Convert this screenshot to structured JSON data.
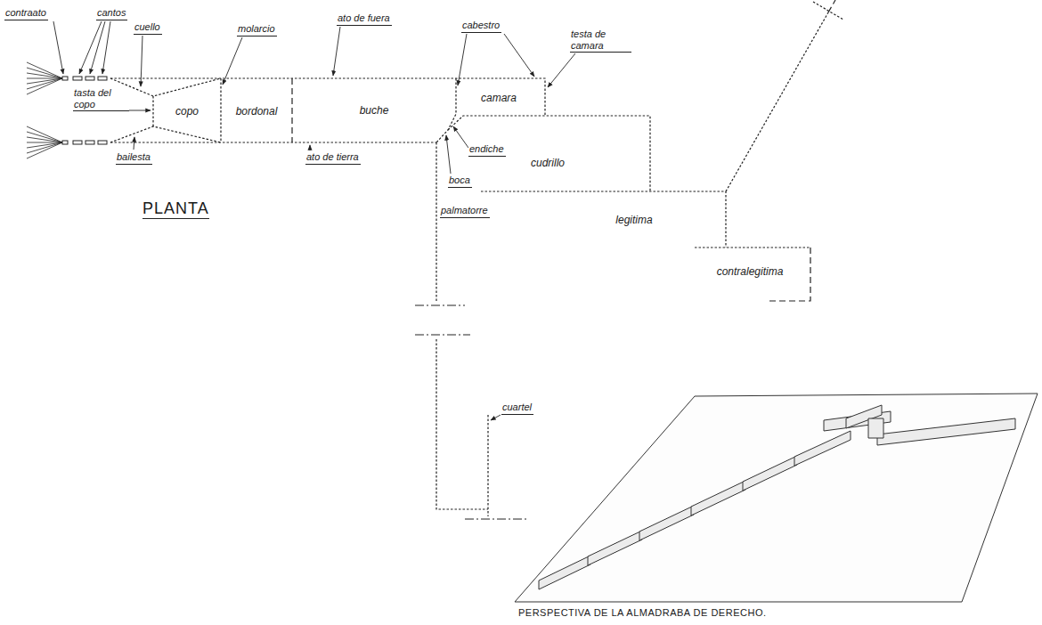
{
  "diagram": {
    "title": "PLANTA",
    "caption": "PERSPECTIVA DE LA ALMADRABA DE DERECHO.",
    "nodes": [
      {
        "text": [
          "copo"
        ]
      },
      {
        "text": [
          "bordonal"
        ]
      },
      {
        "text": [
          "buche"
        ]
      },
      {
        "text": [
          "camara"
        ]
      },
      {
        "text": [
          "cudrillo"
        ]
      },
      {
        "text": [
          "legitima"
        ]
      },
      {
        "text": [
          "contralegitima"
        ]
      }
    ],
    "labels": [
      "contraato",
      "cantos",
      "cuello",
      "tasta del copo",
      "bailesta",
      "molarcio",
      "ato de fuera",
      "cabestro",
      "testa de camara",
      "endiche",
      "boca",
      "ato de tierra",
      "palmatorre",
      "cuartel"
    ]
  }
}
